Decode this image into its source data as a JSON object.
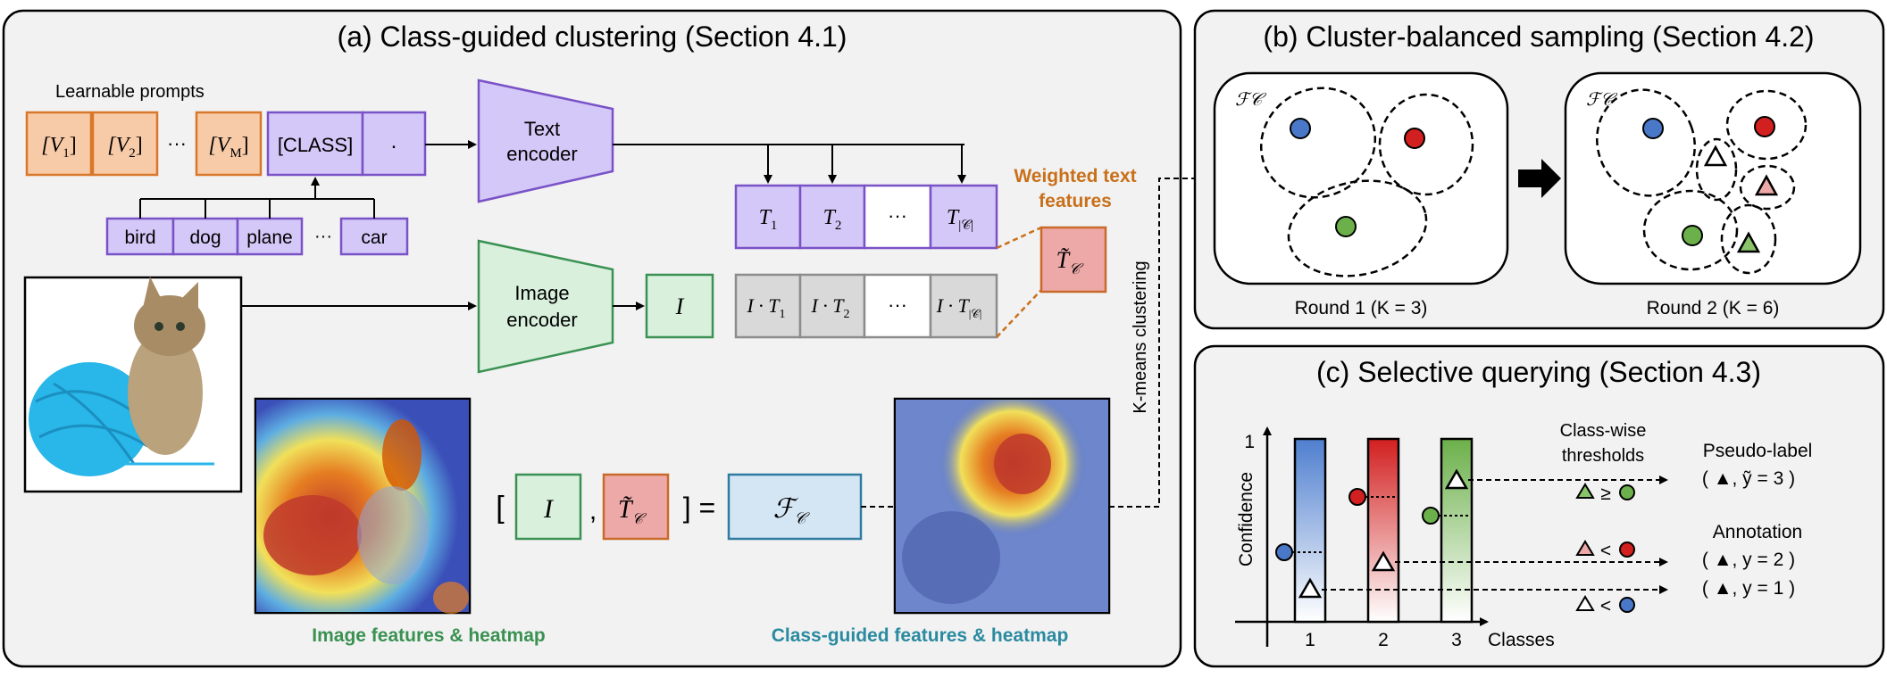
{
  "panel_a": {
    "title": "(a) Class-guided clustering (Section 4.1)",
    "learnable_prompts_label": "Learnable prompts",
    "prompt_tokens": [
      "[V",
      "[V",
      "[V"
    ],
    "prompt_subs": [
      "1",
      "2",
      "M"
    ],
    "ellipsis": "···",
    "class_token": "[CLASS]",
    "period_token": ".",
    "class_names": [
      "bird",
      "dog",
      "plane",
      "car"
    ],
    "text_encoder": [
      "Text",
      "encoder"
    ],
    "image_encoder": [
      "Image",
      "encoder"
    ],
    "text_features": [
      "T",
      "T",
      "···",
      "T"
    ],
    "text_feature_subs": [
      "1",
      "2",
      "",
      "|𝒞|"
    ],
    "image_feature": "I",
    "sim_features": [
      "I · T",
      "I · T",
      "···",
      "I · T"
    ],
    "sim_feature_subs": [
      "1",
      "2",
      "",
      "|𝒞|"
    ],
    "weighted_text_features_label": [
      "Weighted text",
      "features"
    ],
    "weighted_token": "T̃",
    "weighted_sub": "𝒞",
    "kmeans_label": "K-means clustering",
    "concat_open": "[",
    "concat_comma": ",",
    "concat_close": "] =",
    "fc_token": "ℱ",
    "fc_sub": "𝒞",
    "image_caption": "Image features & heatmap",
    "class_guided_caption": "Class-guided features & heatmap"
  },
  "panel_b": {
    "title": "(b) Cluster-balanced sampling (Section 4.2)",
    "fc_label": "ℱ𝒞",
    "round1": "Round 1 (K = 3)",
    "round2": "Round 2 (K = 6)"
  },
  "panel_c": {
    "title": "(c) Selective querying (Section 4.3)",
    "y_axis": "Confidence",
    "y_tick": "1",
    "x_axis": "Classes",
    "x_ticks": [
      "1",
      "2",
      "3"
    ],
    "thresholds_label": [
      "Class-wise",
      "thresholds"
    ],
    "pseudo_label": "Pseudo-label",
    "pseudo_expr": "( ▲, ỹ = 3 )",
    "annotation_label": "Annotation",
    "annotation_expr_1": "( ▲, y = 2 )",
    "annotation_expr_2": "( ▲, y = 1 )",
    "cmp_ge": "≥",
    "cmp_lt": "<"
  },
  "colors": {
    "orange": "#f8cba8",
    "orange_border": "#d8772a",
    "purple": "#d3c8f7",
    "purple_border": "#7a52c7",
    "green": "#d8f0dc",
    "green_border": "#3a9152",
    "gray": "#d9d9d9",
    "pink": "#eda8a8",
    "pink_border": "#c86a2a",
    "blue_box": "#d4e5f4",
    "blue_border": "#2f7ca0",
    "panel_bg": "#f2f2f2",
    "green_caption": "#3a9152",
    "teal_caption": "#2a8aa0",
    "orange_caption": "#c9701a"
  }
}
